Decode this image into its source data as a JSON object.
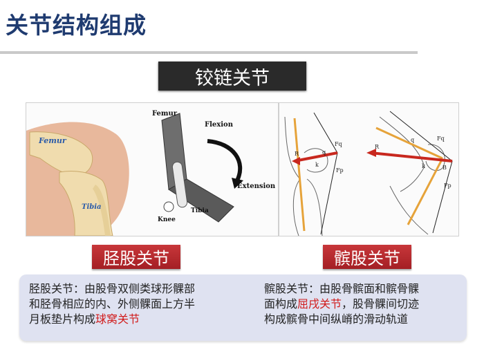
{
  "title": "关节结构组成",
  "hinge_caption": "铰链关节",
  "knee_figure": {
    "femur_label": "Femur",
    "tibia_label": "Tibia",
    "diagram_femur": "Femur",
    "diagram_flexion": "Flexion",
    "diagram_extension": "Extension",
    "diagram_tibia": "Tibia",
    "diagram_knee": "Knee"
  },
  "patella_figure": {
    "left": {
      "fq": "Fq",
      "r": "R",
      "q": "q",
      "k": "k",
      "fp": "Fp"
    },
    "right": {
      "fq": "Fq",
      "r": "R",
      "q": "q",
      "k": "k",
      "b": "B",
      "fp": "Fp"
    }
  },
  "labels": {
    "tibiofemoral": "胫股关节",
    "patellofemoral": "髌股关节"
  },
  "description": {
    "left": {
      "line1": "胫股关节：由股骨双侧类球形髁部",
      "line2": "和胫骨相应的内、外侧髁面上方半",
      "line3_prefix": "月板垫片构成",
      "line3_highlight": "球窝关节"
    },
    "right": {
      "line1": "髌股关节：由股骨髌面和髌骨髁",
      "line2_prefix": "面构成",
      "line2_highlight": "屈戌关节",
      "line2_suffix": "，股骨髁间切迹",
      "line3": "构成髌骨中间纵嵴的滑动轨道"
    }
  },
  "colors": {
    "title": "#1f3b70",
    "label_red": "#b5262a",
    "highlight": "#d11b1b",
    "panel": "#dfe2f1",
    "bone_orange": "#e6a33a",
    "force_red": "#c8281e"
  }
}
